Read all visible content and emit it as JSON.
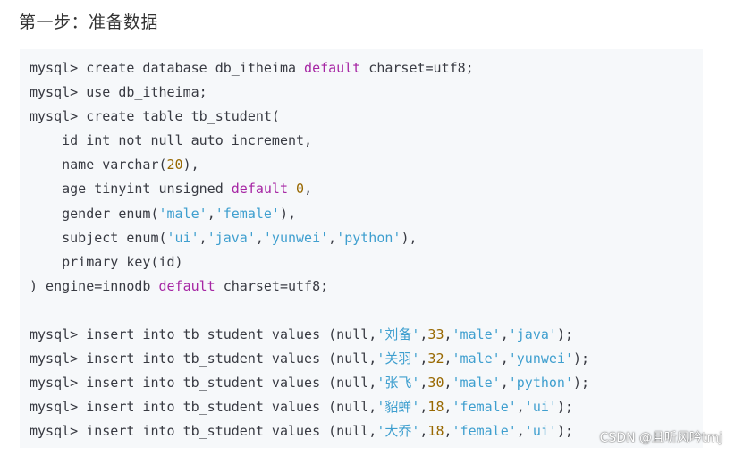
{
  "heading": "第一步：准备数据",
  "code": {
    "lines": [
      [
        {
          "t": "mysql> create database db_itheima "
        },
        {
          "t": "default",
          "c": "kw"
        },
        {
          "t": " charset=utf8;"
        }
      ],
      [
        {
          "t": "mysql> use db_itheima;"
        }
      ],
      [
        {
          "t": "mysql> create table tb_student("
        }
      ],
      [
        {
          "t": "    id int not null auto_increment,"
        }
      ],
      [
        {
          "t": "    name varchar("
        },
        {
          "t": "20",
          "c": "num"
        },
        {
          "t": "),"
        }
      ],
      [
        {
          "t": "    age tinyint unsigned "
        },
        {
          "t": "default",
          "c": "kw"
        },
        {
          "t": " "
        },
        {
          "t": "0",
          "c": "num"
        },
        {
          "t": ","
        }
      ],
      [
        {
          "t": "    gender enum("
        },
        {
          "t": "'male'",
          "c": "str"
        },
        {
          "t": ","
        },
        {
          "t": "'female'",
          "c": "str"
        },
        {
          "t": "),"
        }
      ],
      [
        {
          "t": "    subject enum("
        },
        {
          "t": "'ui'",
          "c": "str"
        },
        {
          "t": ","
        },
        {
          "t": "'java'",
          "c": "str"
        },
        {
          "t": ","
        },
        {
          "t": "'yunwei'",
          "c": "str"
        },
        {
          "t": ","
        },
        {
          "t": "'python'",
          "c": "str"
        },
        {
          "t": "),"
        }
      ],
      [
        {
          "t": "    primary key(id)"
        }
      ],
      [
        {
          "t": ") engine=innodb "
        },
        {
          "t": "default",
          "c": "kw"
        },
        {
          "t": " charset=utf8;"
        }
      ],
      [
        {
          "t": ""
        }
      ],
      [
        {
          "t": "mysql> insert into tb_student values (null,"
        },
        {
          "t": "'刘备'",
          "c": "str"
        },
        {
          "t": ","
        },
        {
          "t": "33",
          "c": "num"
        },
        {
          "t": ","
        },
        {
          "t": "'male'",
          "c": "str"
        },
        {
          "t": ","
        },
        {
          "t": "'java'",
          "c": "str"
        },
        {
          "t": ");"
        }
      ],
      [
        {
          "t": "mysql> insert into tb_student values (null,"
        },
        {
          "t": "'关羽'",
          "c": "str"
        },
        {
          "t": ","
        },
        {
          "t": "32",
          "c": "num"
        },
        {
          "t": ","
        },
        {
          "t": "'male'",
          "c": "str"
        },
        {
          "t": ","
        },
        {
          "t": "'yunwei'",
          "c": "str"
        },
        {
          "t": ");"
        }
      ],
      [
        {
          "t": "mysql> insert into tb_student values (null,"
        },
        {
          "t": "'张飞'",
          "c": "str"
        },
        {
          "t": ","
        },
        {
          "t": "30",
          "c": "num"
        },
        {
          "t": ","
        },
        {
          "t": "'male'",
          "c": "str"
        },
        {
          "t": ","
        },
        {
          "t": "'python'",
          "c": "str"
        },
        {
          "t": ");"
        }
      ],
      [
        {
          "t": "mysql> insert into tb_student values (null,"
        },
        {
          "t": "'貂蝉'",
          "c": "str"
        },
        {
          "t": ","
        },
        {
          "t": "18",
          "c": "num"
        },
        {
          "t": ","
        },
        {
          "t": "'female'",
          "c": "str"
        },
        {
          "t": ","
        },
        {
          "t": "'ui'",
          "c": "str"
        },
        {
          "t": ");"
        }
      ],
      [
        {
          "t": "mysql> insert into tb_student values (null,"
        },
        {
          "t": "'大乔'",
          "c": "str"
        },
        {
          "t": ","
        },
        {
          "t": "18",
          "c": "num"
        },
        {
          "t": ","
        },
        {
          "t": "'female'",
          "c": "str"
        },
        {
          "t": ","
        },
        {
          "t": "'ui'",
          "c": "str"
        },
        {
          "t": ");"
        }
      ]
    ]
  },
  "watermark": "CSDN @且听风吟tmj",
  "colors": {
    "keyword": "#a626a4",
    "number": "#986801",
    "string": "#3f9fcf",
    "code_background": "#f6f8fa"
  }
}
